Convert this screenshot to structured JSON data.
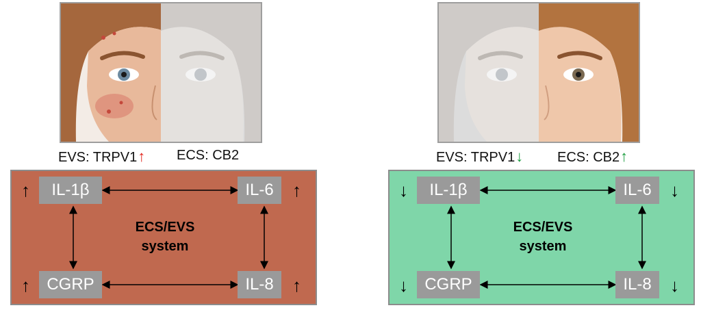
{
  "panels": [
    {
      "id": "left",
      "evs": {
        "label": "EVS: TRPV1",
        "arrow": "↑",
        "arrow_color": "#e2231a"
      },
      "ecs": {
        "label": "ECS: CB2",
        "arrow": "",
        "arrow_color": "#000000"
      },
      "box_color": "#c0694f",
      "system_line1": "ECS/EVS",
      "system_line2": "system",
      "cytokines": {
        "il1b": "IL-1β",
        "il6": "IL-6",
        "cgrp": "CGRP",
        "il8": "IL-8"
      },
      "direction": "↑"
    },
    {
      "id": "right",
      "evs": {
        "label": "EVS: TRPV1",
        "arrow": "↓",
        "arrow_color": "#1a9c3e"
      },
      "ecs": {
        "label": "ECS: CB2",
        "arrow": "↑",
        "arrow_color": "#1a9c3e"
      },
      "box_color": "#7fd6a9",
      "system_line1": "ECS/EVS",
      "system_line2": "system",
      "cytokines": {
        "il1b": "IL-1β",
        "il6": "IL-6",
        "cgrp": "CGRP",
        "il8": "IL-8"
      },
      "direction": "↓"
    }
  ]
}
